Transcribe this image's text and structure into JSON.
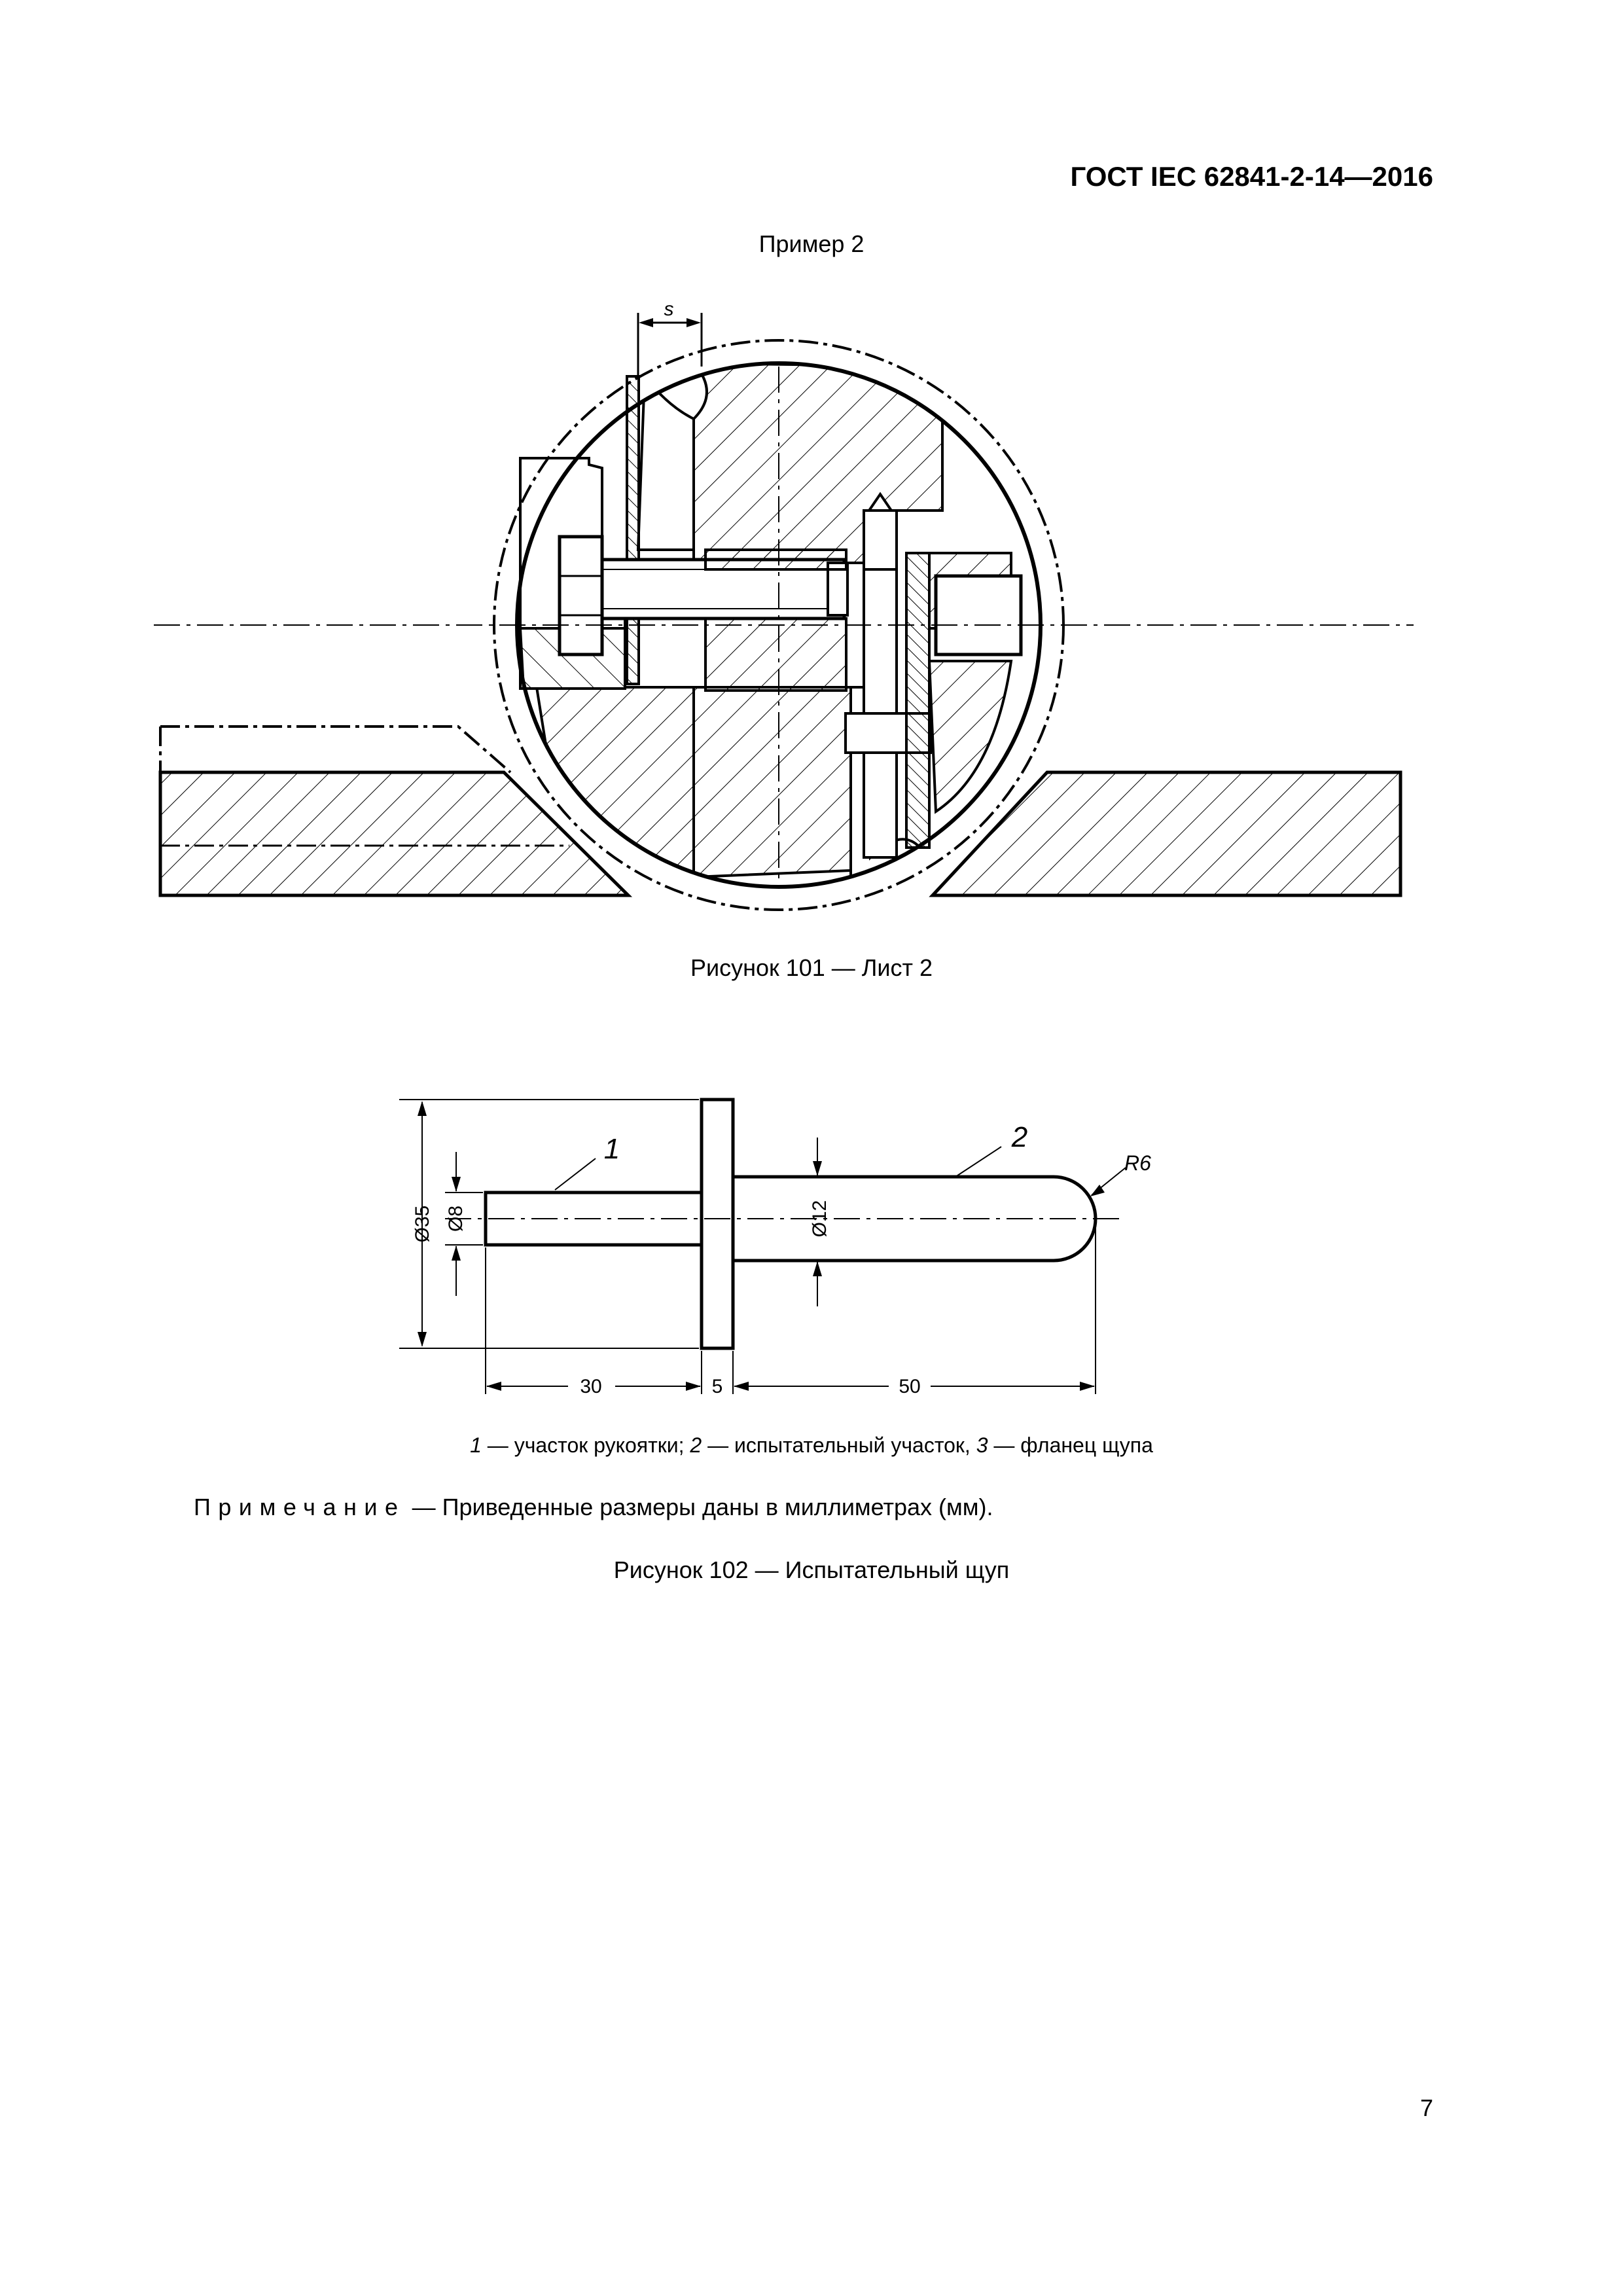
{
  "header": {
    "doc_code": "ГОСТ IEC 62841-2-14—2016"
  },
  "figure101": {
    "example_title": "Пример 2",
    "dimension_s": "s",
    "caption": "Рисунок 101 — Лист 2"
  },
  "figure102": {
    "label_1": "1",
    "label_2": "2",
    "radius": "R6",
    "dia_35": "Ø35",
    "dia_8": "Ø8",
    "dia_12": "Ø12",
    "len_30": "30",
    "len_5": "5",
    "len_50": "50",
    "caption": "Рисунок 102 — Испытательный щуп"
  },
  "legend": {
    "n1": "1",
    "t1": " — участок рукоятки; ",
    "n2": "2",
    "t2": " — испытательный участок, ",
    "n3": "3",
    "t3": " — фланец щупа"
  },
  "note": {
    "lead": "Примечание",
    "text": " — Приведенные размеры даны в миллиметрах (мм)."
  },
  "page_number": "7"
}
